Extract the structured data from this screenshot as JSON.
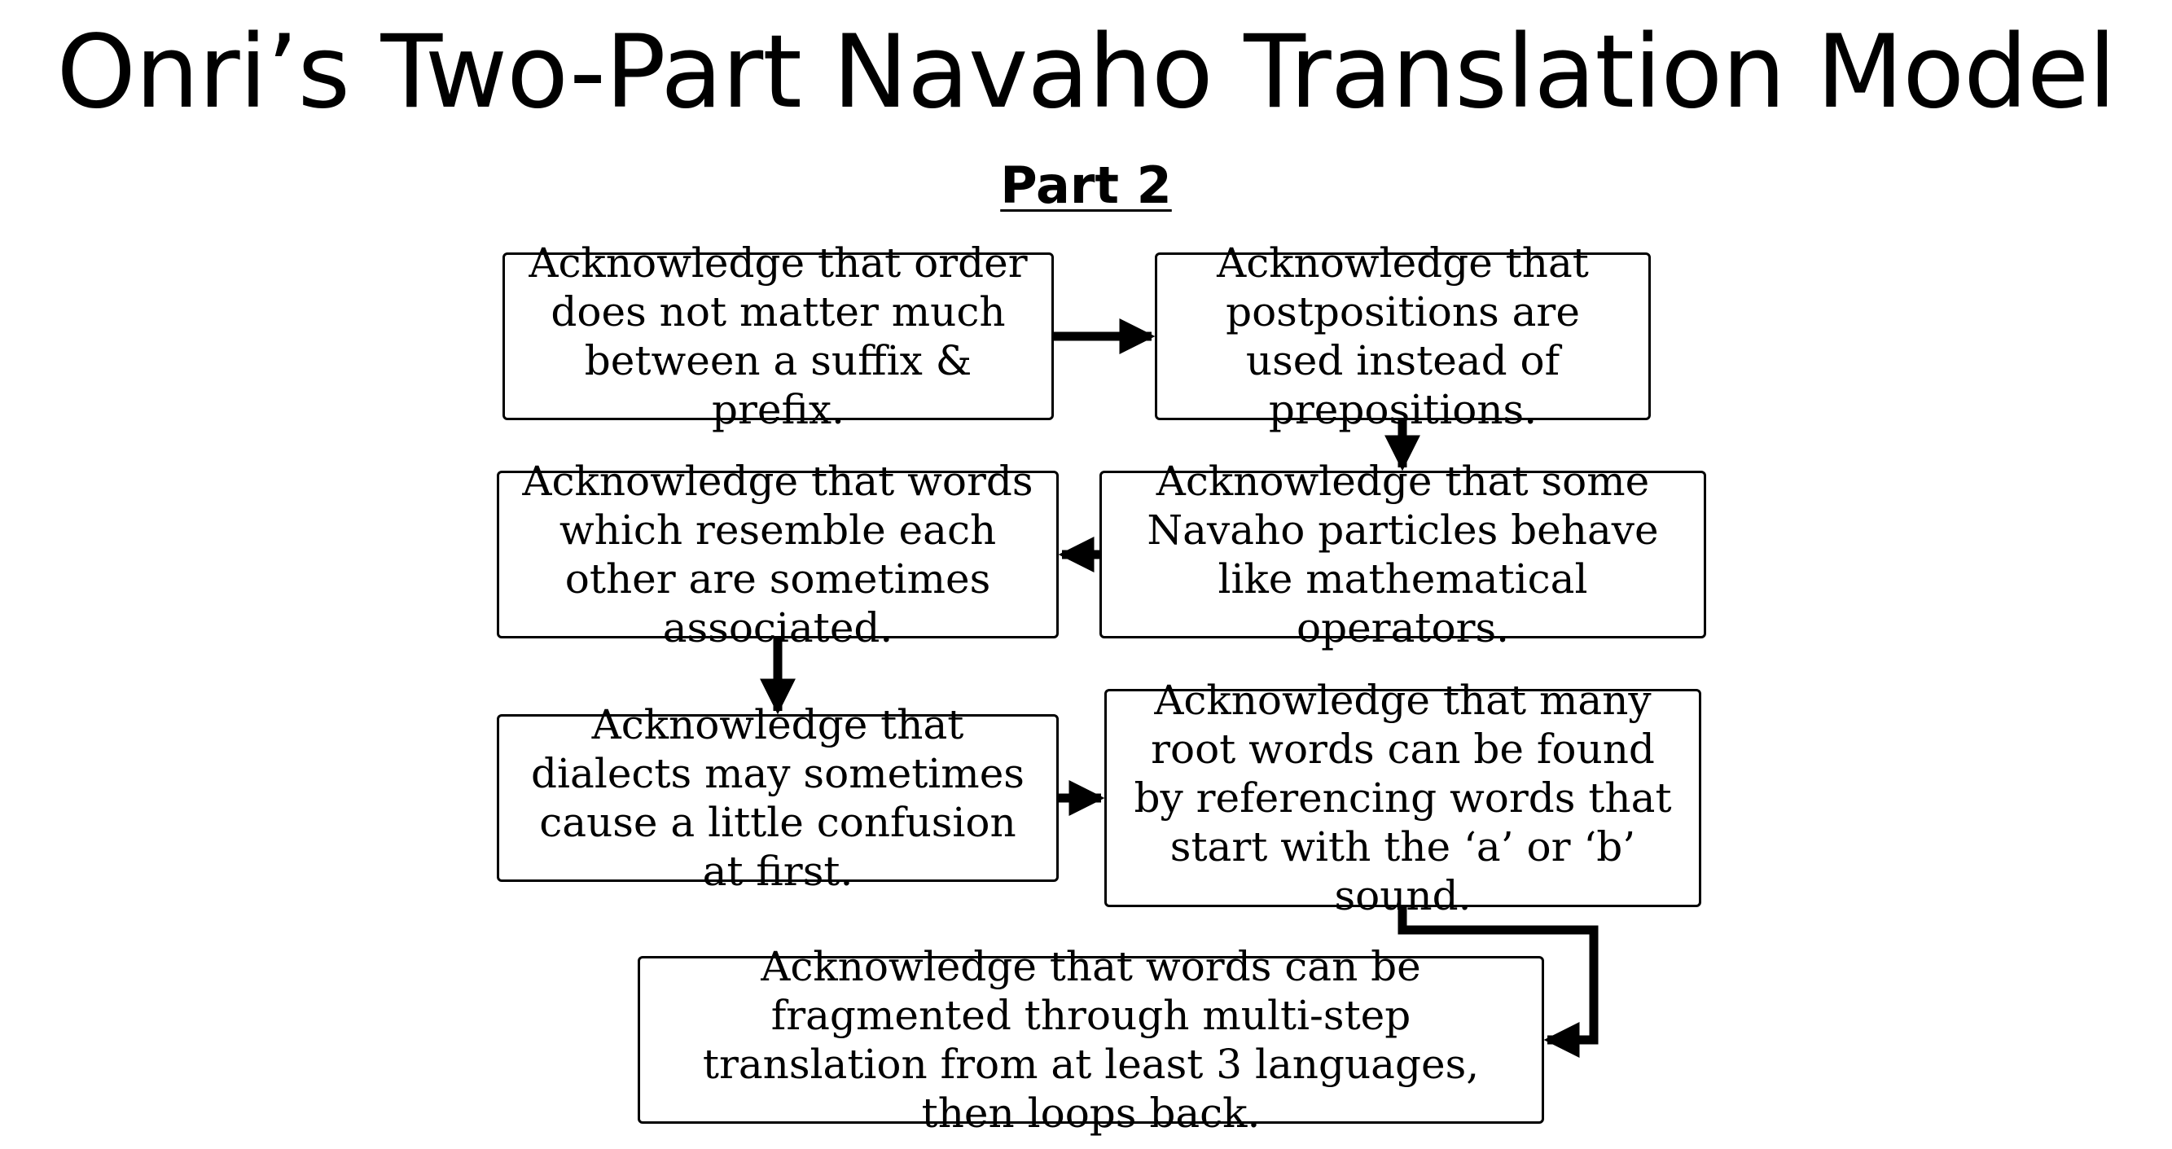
{
  "diagram": {
    "title": "Onri’s Two-Part Navaho Translation Model",
    "subtitle": "Part 2",
    "steps": [
      {
        "text": "Acknowledge that order does not matter much between a suffix & prefix."
      },
      {
        "text": "Acknowledge that postpositions are used instead of prepositions."
      },
      {
        "text": "Acknowledge that some Navaho particles behave like mathematical operators."
      },
      {
        "text": "Acknowledge that words which resemble each other are sometimes associated."
      },
      {
        "text": "Acknowledge that dialects may sometimes cause a little confusion at first."
      },
      {
        "text": "Acknowledge that many root words can be found by referencing words that start with the ‘a’ or ‘b’ sound."
      },
      {
        "text": "Acknowledge that words can be fragmented through multi-step translation from at least 3 languages, then loops back."
      }
    ]
  }
}
